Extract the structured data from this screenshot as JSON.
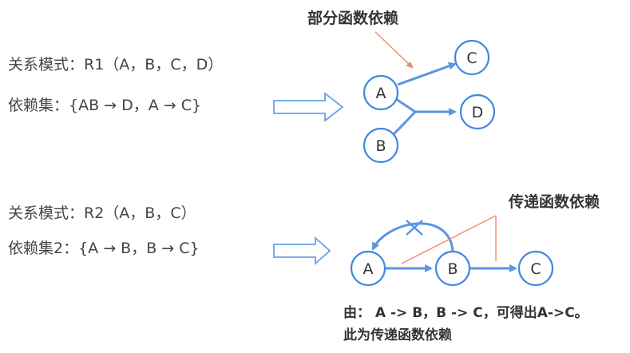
{
  "top_section": {
    "schema": "关系模式：R1（A，B，C，D）",
    "fd_set": "依赖集：{AB → D，A → C}",
    "heading": "部分函数依赖",
    "nodes": [
      "A",
      "B",
      "C",
      "D"
    ]
  },
  "bottom_section": {
    "schema": "关系模式：R2（A，B，C）",
    "fd_set": "依赖集2：{A → B，B → C}",
    "heading": "传递函数依赖",
    "nodes": [
      "A",
      "B",
      "C"
    ],
    "note_line1": "由： A -> B，B -> C，可得出A->C。",
    "note_line2": "此为传递函数依赖"
  },
  "colors": {
    "node_stroke": "#3f86df",
    "edge": "#5b95e3",
    "pointer": "#f08a72"
  }
}
